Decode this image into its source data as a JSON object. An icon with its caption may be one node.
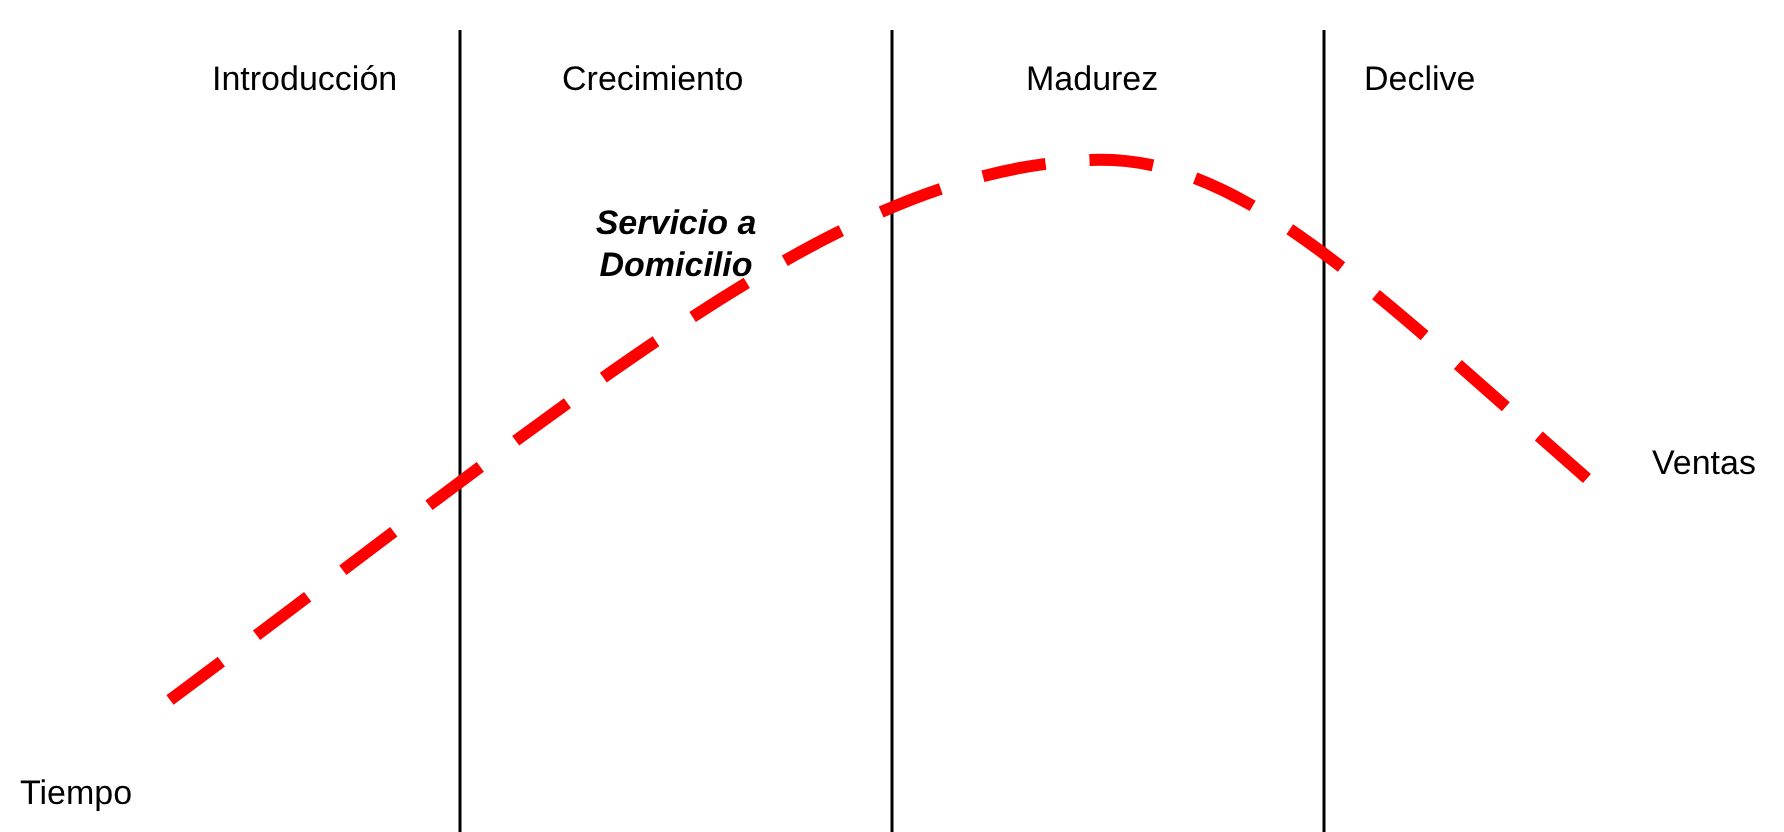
{
  "diagram": {
    "labels": [
      "Introducción",
      "Crecimiento",
      "Madurez",
      "Declive",
      "Servicio a Domicilio",
      "Ventas",
      "Tiempo"
    ]
  }
}
